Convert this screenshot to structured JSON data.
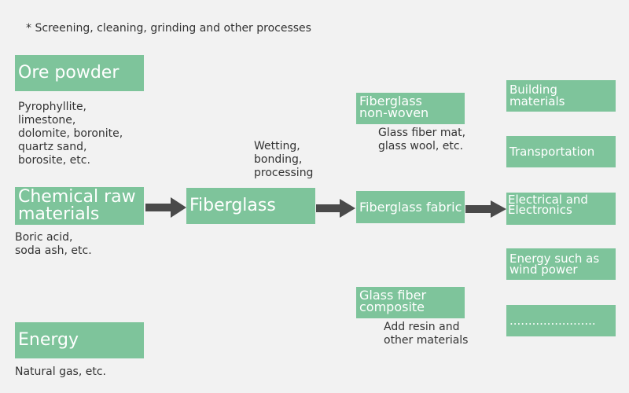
{
  "note": "* Screening, cleaning, grinding and other processes",
  "colors": {
    "box": "#7ec49b",
    "text": "#333333",
    "arrow": "#4a4a4a",
    "background": "#f2f2f2"
  },
  "inputs": {
    "ore_powder": {
      "label": "Ore powder",
      "desc": [
        "Pyrophyllite,",
        "limestone,",
        "dolomite, boronite,",
        "quartz sand,",
        "borosite, etc."
      ]
    },
    "chemical": {
      "label_lines": [
        "Chemical raw",
        "materials"
      ],
      "desc": [
        "Boric acid,",
        "soda ash, etc."
      ]
    },
    "energy": {
      "label": "Energy",
      "desc": "Natural gas, etc."
    }
  },
  "process": {
    "lines": [
      "Wetting,",
      "bonding,",
      "processing"
    ]
  },
  "fiberglass": {
    "label": "Fiberglass"
  },
  "products": {
    "nonwoven": {
      "label_lines": [
        "Fiberglass",
        "non-woven"
      ],
      "desc": [
        "Glass fiber mat,",
        "glass wool, etc."
      ]
    },
    "fabric": {
      "label": "Fiberglass fabric"
    },
    "composite": {
      "label_lines": [
        "Glass fiber",
        "composite"
      ],
      "desc": [
        "Add resin and",
        "other materials"
      ]
    }
  },
  "applications": [
    {
      "label_lines": [
        "Building materials"
      ]
    },
    {
      "label_lines": [
        "Transportation"
      ]
    },
    {
      "label_lines": [
        "Electrical and",
        "Electronics"
      ]
    },
    {
      "label_lines": [
        "Energy such as",
        "wind power"
      ]
    },
    {
      "label_lines": [
        "......................."
      ]
    }
  ]
}
